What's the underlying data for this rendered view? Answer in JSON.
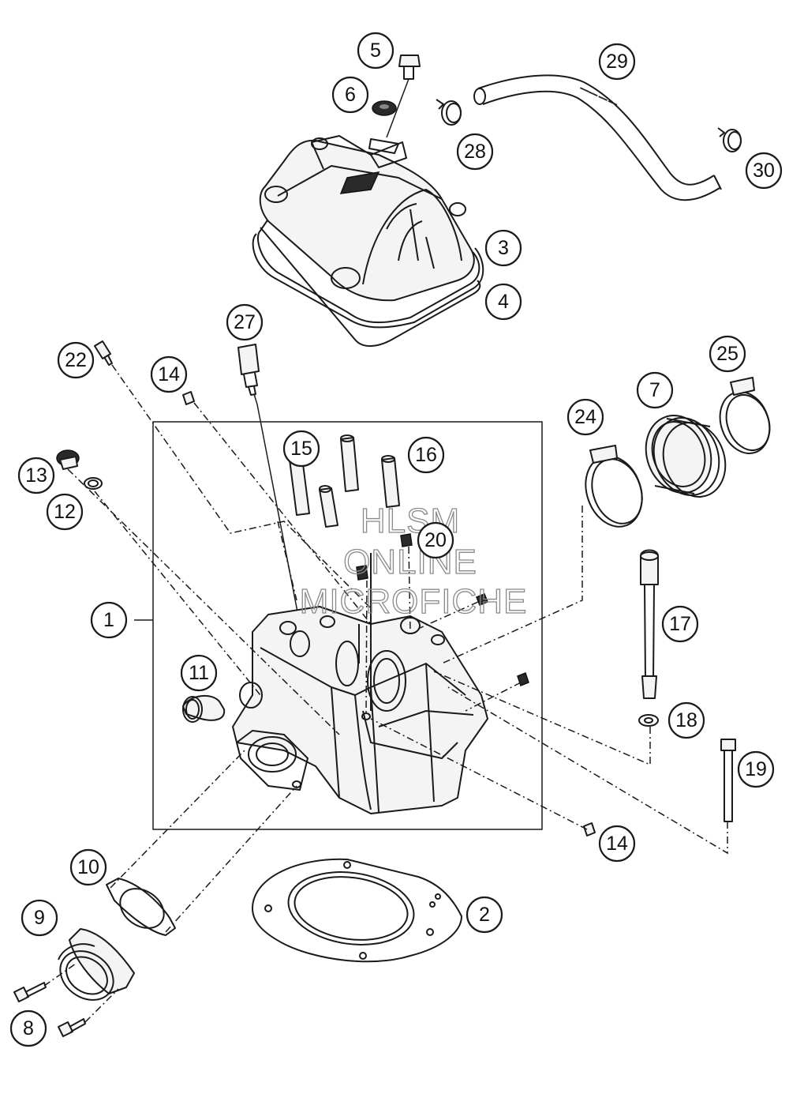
{
  "watermark": {
    "lines": [
      "HLSM",
      "ONLINE",
      "MICROFICHE"
    ]
  },
  "callouts": [
    {
      "id": "1",
      "label": "1"
    },
    {
      "id": "2",
      "label": "2"
    },
    {
      "id": "3",
      "label": "3"
    },
    {
      "id": "4",
      "label": "4"
    },
    {
      "id": "5",
      "label": "5"
    },
    {
      "id": "6",
      "label": "6"
    },
    {
      "id": "7",
      "label": "7"
    },
    {
      "id": "8",
      "label": "8"
    },
    {
      "id": "9",
      "label": "9"
    },
    {
      "id": "10",
      "label": "10"
    },
    {
      "id": "11",
      "label": "11"
    },
    {
      "id": "12",
      "label": "12"
    },
    {
      "id": "13",
      "label": "13"
    },
    {
      "id": "14a",
      "label": "14"
    },
    {
      "id": "14b",
      "label": "14"
    },
    {
      "id": "15",
      "label": "15"
    },
    {
      "id": "16",
      "label": "16"
    },
    {
      "id": "17",
      "label": "17"
    },
    {
      "id": "18",
      "label": "18"
    },
    {
      "id": "19",
      "label": "19"
    },
    {
      "id": "20",
      "label": "20"
    },
    {
      "id": "22",
      "label": "22"
    },
    {
      "id": "24",
      "label": "24"
    },
    {
      "id": "25",
      "label": "25"
    },
    {
      "id": "27",
      "label": "27"
    },
    {
      "id": "28",
      "label": "28"
    },
    {
      "id": "29",
      "label": "29"
    },
    {
      "id": "30",
      "label": "30"
    }
  ],
  "colors": {
    "line": "#1a1a1a",
    "background": "#ffffff",
    "watermark": "#8a8a8a"
  }
}
